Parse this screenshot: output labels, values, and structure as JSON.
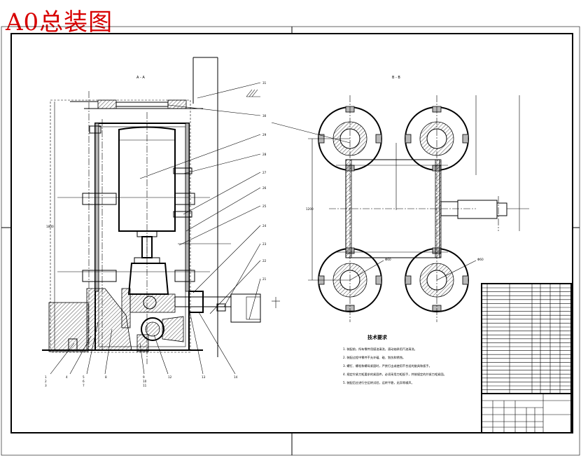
{
  "drawing_title": "A0总装图",
  "view_labels": {
    "section_a": "A - A",
    "section_b": "B - B"
  },
  "tech_requirements": {
    "heading": "技术要求",
    "items": [
      "1. 装配前，所有零件用煤油清洗，滚动轴承用汽油清洗。",
      "2. 装配过程中零件不允许磕、碰、划伤和锈蚀。",
      "3. 螺钉、螺栓和螺母紧固时，严禁打击或使用不合适的旋具和扳手。",
      "4. 规定拧紧力矩要求的紧固件，必须采用力矩扳手，并按规定的拧紧力矩紧固。",
      "5. 装配后应进行空运转试验，运转平稳，无异常噪声。"
    ]
  },
  "colors": {
    "stamp_red": "#d80000",
    "ink": "#000000",
    "fill_gray": "#b8b8b8"
  }
}
